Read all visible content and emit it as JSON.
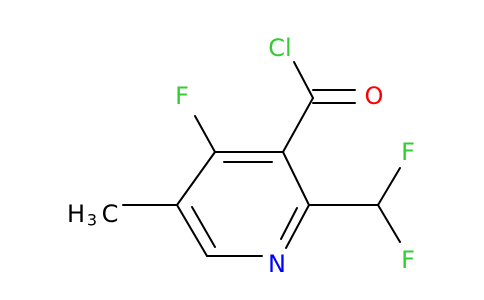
{
  "molecule": {
    "atoms": {
      "cl": {
        "label": "Cl",
        "color": "#33cc33"
      },
      "o": {
        "label": "O",
        "color": "#ff0000"
      },
      "f_ring": {
        "label": "F",
        "color": "#33cc33"
      },
      "f_top": {
        "label": "F",
        "color": "#33cc33"
      },
      "f_bottom": {
        "label": "F",
        "color": "#33cc33"
      },
      "n": {
        "label": "N",
        "color": "#0000ff"
      },
      "methyl": {
        "h": "H",
        "sub": "3",
        "c": "C",
        "color": "#000000"
      }
    },
    "bond_color": "#000000"
  }
}
